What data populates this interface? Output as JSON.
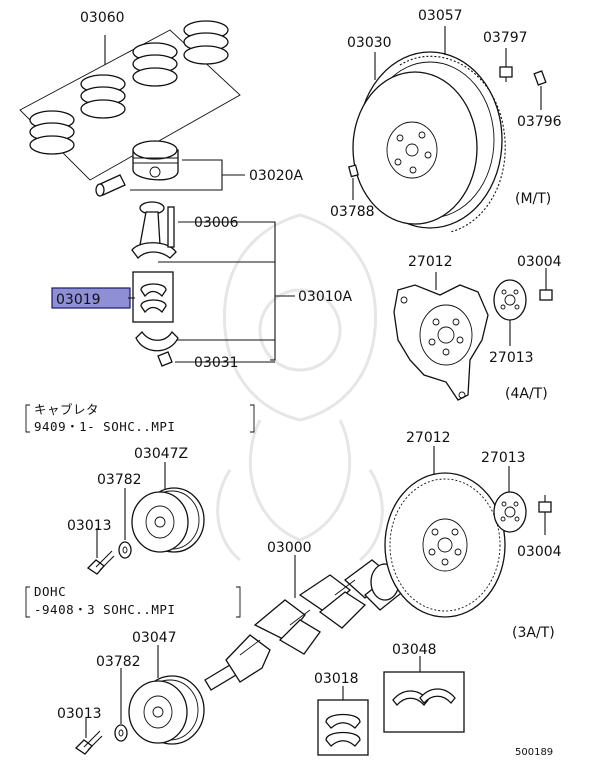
{
  "labels": {
    "p03060": "03060",
    "p03020A": "03020A",
    "p03006": "03006",
    "p03019": "03019",
    "p03010A": "03010A",
    "p03031": "03031",
    "p03057": "03057",
    "p03030": "03030",
    "p03797": "03797",
    "p03796": "03796",
    "p03788": "03788",
    "mt": "(M/T)",
    "p27012_top": "27012",
    "p03004_top": "03004",
    "p27013_top": "27013",
    "at4": "(4A/T)",
    "p03047Z": "03047Z",
    "p03782_top": "03782",
    "p03013_top": "03013",
    "p03000": "03000",
    "p27012_bot": "27012",
    "p27013_bot": "27013",
    "p03004_bot": "03004",
    "at3": "(3A/T)",
    "p03047": "03047",
    "p03782_bot": "03782",
    "p03013_bot": "03013",
    "p03018": "03018",
    "p03048": "03048",
    "diagram_no": "500189"
  },
  "notes": {
    "carb_line1": "キャブレタ",
    "carb_line2": "9409・1-  SOHC..MPI",
    "dohc_line1": "DOHC",
    "dohc_line2": "-9408・3  SOHC..MPI"
  },
  "highlight": {
    "part": "03019",
    "color": "#8f8fd6"
  }
}
